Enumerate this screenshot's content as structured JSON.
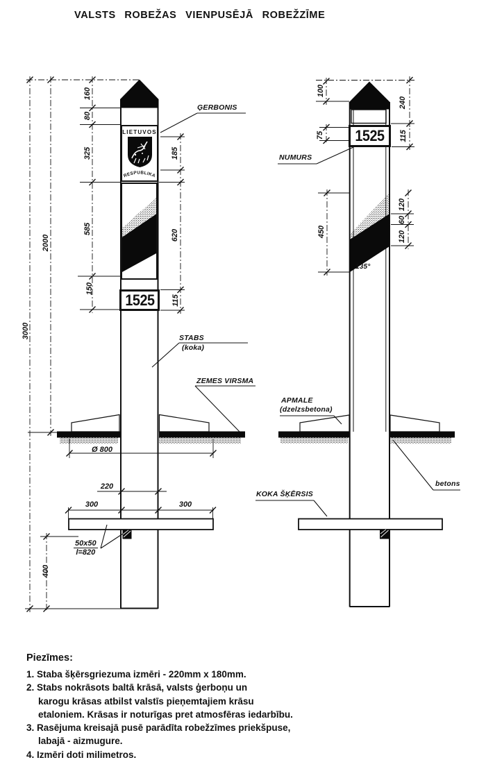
{
  "title": "VALSTS ROBEŽAS VIENPUSĒJĀ ROBEŽZĪME",
  "front_view": {
    "post_number": "1525",
    "emblem_top": "LIETUVOS",
    "emblem_bottom": "RESPUBLIKA",
    "labels": {
      "gerbonis": "ĢERBONIS",
      "stabs": "STABS",
      "stabs_material": "(koka)",
      "zemes_virsma": "ZEMES VIRSMA",
      "crossbar_size": "50x50",
      "crossbar_length": "l=820"
    },
    "dims": {
      "cap": "160",
      "band": "80",
      "emblem_panel": "325",
      "stripe_panel": "585",
      "number_gap": "150",
      "above_ground": "2000",
      "total": "3000",
      "emblem_height": "185",
      "stripe_height": "620",
      "number_height": "115",
      "ring_diameter": "Ø 800",
      "post_width": "220",
      "bar_left": "300",
      "bar_right": "300",
      "depth": "400"
    }
  },
  "back_view": {
    "post_number": "1525",
    "labels": {
      "numurs": "NUMURS",
      "apmale": "APMALE",
      "apmale_material": "(dzelzsbetona)",
      "betons": "betons",
      "koka_skersis": "KOKA ŠĶĒRSIS"
    },
    "dims": {
      "cap_tip": "100",
      "cap_total": "240",
      "number_offset": "75",
      "number_height": "115",
      "stripe_top": "120",
      "stripe_mid": "60",
      "stripe_bottom": "120",
      "stripe_zone": "450",
      "angle": "135°"
    }
  },
  "notes": {
    "heading": "Piezīmes:",
    "lines": [
      "1. Staba šķērsgriezuma izmēri - 220mm x 180mm.",
      "2. Stabs nokrāsots baltā krāsā, valsts ģerboņu un",
      "karogu krāsas atbilst valstīs pieņemtajiem krāsu",
      "etaloniem. Krāsas ir noturīgas pret atmosfēras iedarbību.",
      "3. Rasējuma kreisajā pusē parādīta robežzīmes priekšpuse,",
      "labajā - aizmugure.",
      "4. Izmēri doti milimetros."
    ]
  }
}
